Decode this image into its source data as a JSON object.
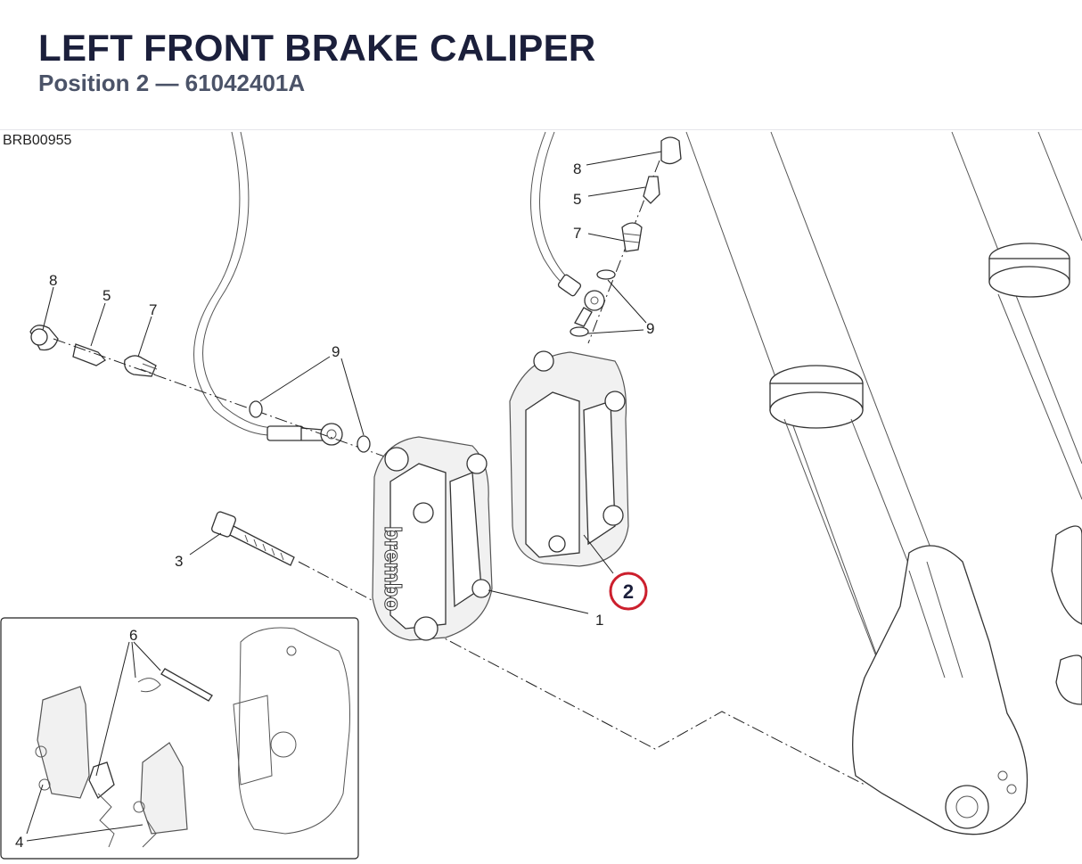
{
  "header": {
    "title": "LEFT FRONT BRAKE CALIPER",
    "subtitle": "Position 2 — 61042401A"
  },
  "drawing": {
    "reference_code": "BRB00955",
    "callouts": [
      {
        "id": "c8a",
        "text": "8"
      },
      {
        "id": "c5a",
        "text": "5"
      },
      {
        "id": "c7a",
        "text": "7"
      },
      {
        "id": "c9a",
        "text": "9"
      },
      {
        "id": "c3",
        "text": "3"
      },
      {
        "id": "c1",
        "text": "1"
      },
      {
        "id": "c8b",
        "text": "8"
      },
      {
        "id": "c5b",
        "text": "5"
      },
      {
        "id": "c7b",
        "text": "7"
      },
      {
        "id": "c9b",
        "text": "9"
      },
      {
        "id": "c6",
        "text": "6"
      },
      {
        "id": "c4",
        "text": "4"
      }
    ],
    "highlight": {
      "text": "2",
      "color": "#cc1f2d"
    },
    "caliper_brand": "brembo"
  }
}
